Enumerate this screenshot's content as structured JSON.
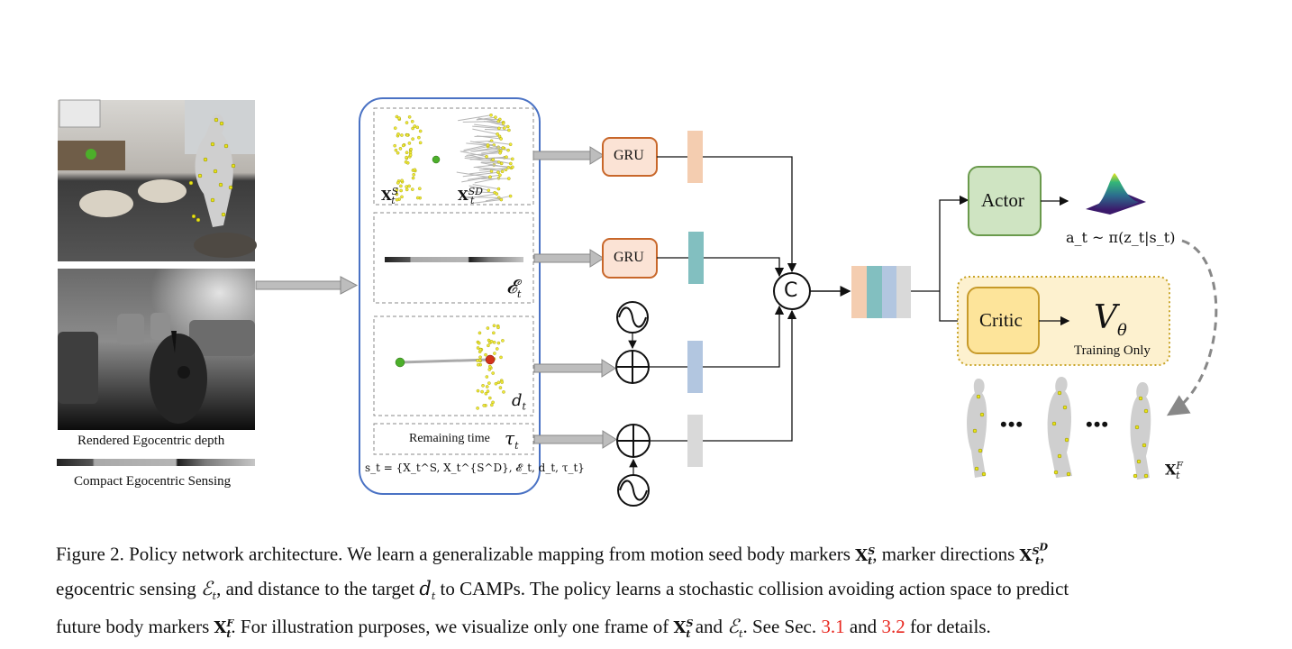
{
  "figure": {
    "left_panel": {
      "rgb_image_alt": "Rendered living room scene with human body mesh and yellow markers, green target sphere",
      "depth_image_alt": "Rendered egocentric depth map",
      "depth_label": "Rendered Egocentric depth",
      "sensing_label": "Compact Egocentric Sensing"
    },
    "state_box": {
      "markers_label": "X",
      "markers_sup": "S",
      "directions_label": "X",
      "directions_sup": "SD",
      "sensing_symbol": "𝓔",
      "distance_symbol": "d",
      "remaining_time_label": "Remaining time",
      "tau_symbol": "τ",
      "sub_t": "t",
      "state_equation": "s_t = {X_t^S, X_t^{S^D}, 𝓔_t, d_t, τ_t}",
      "state_lhs": "s",
      "state_rhs": "= {X",
      "state_rest": "ℰ , d , τ }"
    },
    "encoders": [
      {
        "type": "GRU",
        "label": "GRU",
        "feature_color": "#f4cdb0"
      },
      {
        "type": "GRU",
        "label": "GRU",
        "feature_color": "#82bfc0"
      },
      {
        "type": "positional-encoding-add",
        "label": "⊕",
        "feature_color": "#b2c6e0"
      },
      {
        "type": "positional-encoding-add",
        "label": "⊕",
        "feature_color": "#d9d9d9"
      }
    ],
    "concat_label": "C",
    "actor_label": "Actor",
    "actor_output": "a_t ~ π(z_t|s_t)",
    "critic_label": "Critic",
    "critic_output": "V_θ",
    "critic_output_main": "V",
    "critic_output_sub": "θ",
    "training_only_label": "Training Only",
    "ellipsis": "•••",
    "future_markers_label": "X",
    "future_markers_sup": "F",
    "colors": {
      "state_box_border": "#4a72c4",
      "gru_fill": "#fbe3d5",
      "gru_border": "#c8672a",
      "actor_fill": "#cfe4c2",
      "actor_border": "#6a9a4c",
      "critic_fill": "#fde49a",
      "critic_border": "#c79a2a",
      "training_panel_fill": "#fdf1cf",
      "training_panel_border": "#c9a52a",
      "arrow_fill": "#bdbdbd",
      "ref_color": "#e8271f"
    }
  },
  "caption": {
    "prefix": "Figure 2.",
    "line1_a": "Policy network architecture. We learn a generalizable mapping from motion seed body markers",
    "line1_b": ", marker directions",
    "line1_c": ",",
    "line2_a": "egocentric sensing",
    "line2_b": ", and distance to the target",
    "line2_c": "to CAMPs. The policy learns a stochastic collision avoiding action space to predict",
    "line3_a": "future body markers",
    "line3_b": ". For illustration purposes, we visualize only one frame of",
    "line3_c": "and",
    "line3_d": ". See Sec.",
    "ref1": "3.1",
    "line3_e": "and",
    "ref2": "3.2",
    "line3_f": "for details."
  }
}
